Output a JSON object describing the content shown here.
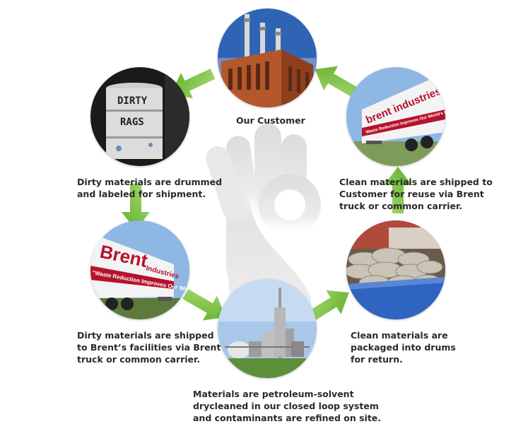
{
  "steps": {
    "customer": {
      "label": "Our Customer"
    },
    "drummed": {
      "label": "Dirty materials are drummed and labeled for shipment.",
      "line1": "Dirty materials are drummed",
      "line2": "and labeled for shipment."
    },
    "shipped_to_brent": {
      "line1": "Dirty materials are shipped",
      "line2": "to Brent’s facilities via Brent",
      "line3": "truck or common carrier."
    },
    "drycleaned": {
      "line1": "Materials are petroleum-solvent",
      "line2": "drycleaned in our closed loop system",
      "line3": "and contaminants are refined on site."
    },
    "packaged": {
      "line1": "Clean materials are",
      "line2": "packaged into drums",
      "line3": "for return."
    },
    "shipped_to_customer": {
      "line1": "Clean materials are shipped to",
      "line2": "Customer for reuse via Brent",
      "line3": "truck or common carrier."
    }
  },
  "image_text": {
    "drum_line1": "DIRTY",
    "drum_line2": "RAGS",
    "truck_brand": "Brent",
    "truck_brand_suffix": "Industries",
    "truck_slogan": "“Waste Reduction Improves Our World’s Environment!”",
    "truck_brand_right": "brent industries inc",
    "truck_slogan_right": "Waste Reduction Improves Our World’s Environment!"
  },
  "icons": {
    "watermark": "ok-hand-icon",
    "arrows": "green-arrow-icon"
  },
  "colors": {
    "arrow": "#7dc242",
    "arrow_dark": "#4e9a1e",
    "caption": "#2a2a2a",
    "watermark": "#e4e4e4",
    "brand_red": "#b5122b"
  }
}
